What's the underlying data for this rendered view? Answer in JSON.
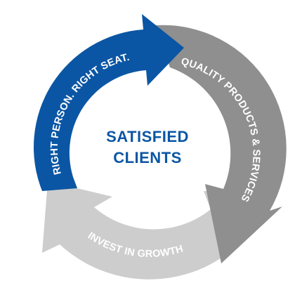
{
  "diagram": {
    "center": {
      "line1": "SATISFIED",
      "line2": "CLIENTS"
    },
    "segments": [
      {
        "label": "RIGHT PERSON. RIGHT SEAT.",
        "color": "#0b56a4"
      },
      {
        "label": "QUALITY PRODUCTS & SERVICES",
        "color": "#8f8f8f"
      },
      {
        "label": "INVEST IN GROWTH",
        "color": "#cdcdcd"
      }
    ],
    "center_color": "#0b56a4"
  }
}
